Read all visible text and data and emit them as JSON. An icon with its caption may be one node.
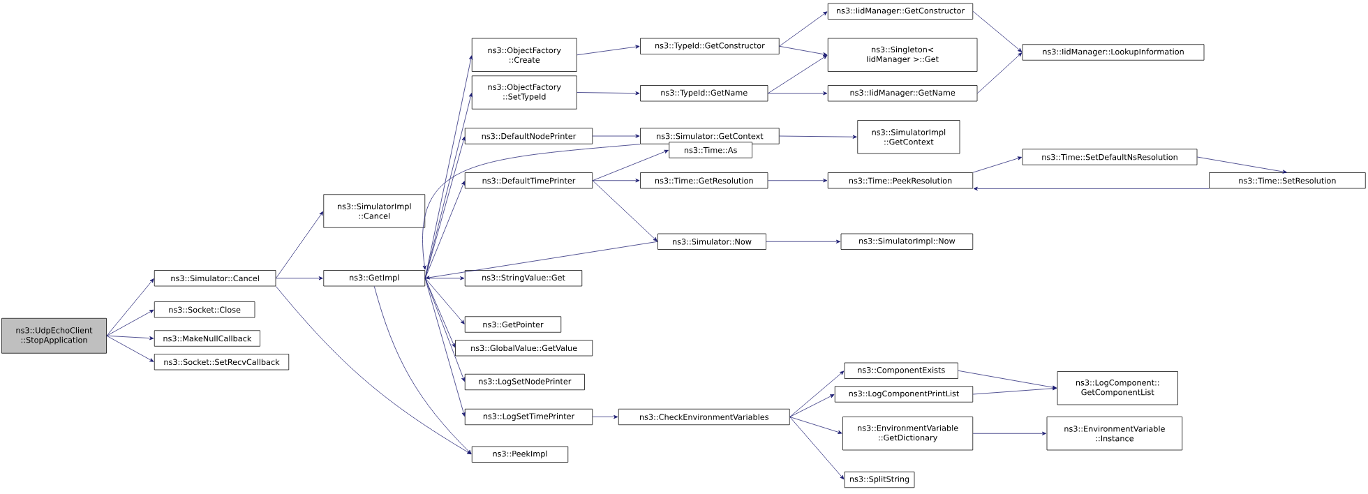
{
  "diagram": {
    "nodes": [
      {
        "text": [
          "ns3::UdpEchoClient ::StopApplication"
        ]
      },
      {
        "text": [
          "ns3::Simulator::Cancel"
        ]
      },
      {
        "text": [
          "ns3::Socket::Close"
        ]
      },
      {
        "text": [
          "ns3::MakeNullCallback"
        ]
      },
      {
        "text": [
          "ns3::Socket::SetRecvCallback"
        ]
      },
      {
        "text": [
          "ns3::SimulatorImpl ::Cancel"
        ]
      },
      {
        "text": [
          "ns3::GetImpl"
        ]
      },
      {
        "text": [
          "ns3::PeekImpl"
        ]
      },
      {
        "text": [
          "ns3::ObjectFactory ::Create"
        ]
      },
      {
        "text": [
          "ns3::ObjectFactory ::SetTypeId"
        ]
      },
      {
        "text": [
          "ns3::DefaultNodePrinter"
        ]
      },
      {
        "text": [
          "ns3::DefaultTimePrinter"
        ]
      },
      {
        "text": [
          "ns3::StringValue::Get"
        ]
      },
      {
        "text": [
          "ns3::GetPointer"
        ]
      },
      {
        "text": [
          "ns3::GlobalValue::GetValue"
        ]
      },
      {
        "text": [
          "ns3::LogSetNodePrinter"
        ]
      },
      {
        "text": [
          "ns3::LogSetTimePrinter"
        ]
      },
      {
        "text": [
          "ns3::TypeId::GetConstructor"
        ]
      },
      {
        "text": [
          "ns3::TypeId::GetName"
        ]
      },
      {
        "text": [
          "ns3::Simulator::GetContext"
        ]
      },
      {
        "text": [
          "ns3::Time::As"
        ]
      },
      {
        "text": [
          "ns3::Time::GetResolution"
        ]
      },
      {
        "text": [
          "ns3::Simulator::Now"
        ]
      },
      {
        "text": [
          "ns3::CheckEnvironmentVariables"
        ]
      },
      {
        "text": [
          "ns3::IidManager::GetConstructor"
        ]
      },
      {
        "text": [
          "ns3::Singleton< IidManager >::Get"
        ]
      },
      {
        "text": [
          "ns3::IidManager::GetName"
        ]
      },
      {
        "text": [
          "ns3::SimulatorImpl ::GetContext"
        ]
      },
      {
        "text": [
          "ns3::Time::PeekResolution"
        ]
      },
      {
        "text": [
          "ns3::SimulatorImpl::Now"
        ]
      },
      {
        "text": [
          "ns3::ComponentExists"
        ]
      },
      {
        "text": [
          "ns3::LogComponentPrintList"
        ]
      },
      {
        "text": [
          "ns3::EnvironmentVariable ::GetDictionary"
        ]
      },
      {
        "text": [
          "ns3::SplitString"
        ]
      },
      {
        "text": [
          "ns3::IidManager::LookupInformation"
        ]
      },
      {
        "text": [
          "ns3::Time::SetDefaultNsResolution"
        ]
      },
      {
        "text": [
          "ns3::Time::SetResolution"
        ]
      },
      {
        "text": [
          "ns3::LogComponent:: GetComponentList"
        ]
      },
      {
        "text": [
          "ns3::EnvironmentVariable ::Instance"
        ]
      }
    ],
    "edges": [
      {
        "from": 0,
        "to": 1,
        "arrow": "to"
      },
      {
        "from": 0,
        "to": 2,
        "arrow": "to"
      },
      {
        "from": 0,
        "to": 3,
        "arrow": "to"
      },
      {
        "from": 0,
        "to": 4,
        "arrow": "to"
      },
      {
        "from": 1,
        "to": 5,
        "arrow": "to"
      },
      {
        "from": 1,
        "to": 6,
        "arrow": "to"
      },
      {
        "from": 1,
        "to": 7,
        "arrow": "to"
      },
      {
        "from": 6,
        "to": 8,
        "arrow": "to"
      },
      {
        "from": 6,
        "to": 9,
        "arrow": "to"
      },
      {
        "from": 6,
        "to": 10,
        "arrow": "to"
      },
      {
        "from": 6,
        "to": 11,
        "arrow": "to"
      },
      {
        "from": 6,
        "to": 12,
        "arrow": "to"
      },
      {
        "from": 6,
        "to": 13,
        "arrow": "to"
      },
      {
        "from": 6,
        "to": 14,
        "arrow": "to"
      },
      {
        "from": 6,
        "to": 15,
        "arrow": "to"
      },
      {
        "from": 6,
        "to": 16,
        "arrow": "to"
      },
      {
        "from": 6,
        "to": 7,
        "arrow": "to"
      },
      {
        "from": 8,
        "to": 17,
        "arrow": "to"
      },
      {
        "from": 9,
        "to": 18,
        "arrow": "to"
      },
      {
        "from": 10,
        "to": 19,
        "arrow": "to"
      },
      {
        "from": 11,
        "to": 20,
        "arrow": "to"
      },
      {
        "from": 11,
        "to": 21,
        "arrow": "to"
      },
      {
        "from": 11,
        "to": 22,
        "arrow": "to"
      },
      {
        "from": 16,
        "to": 23,
        "arrow": "to"
      },
      {
        "from": 19,
        "to": 6,
        "arrow": "to"
      },
      {
        "from": 22,
        "to": 6,
        "arrow": "to"
      },
      {
        "from": 17,
        "to": 24,
        "arrow": "to"
      },
      {
        "from": 17,
        "to": 25,
        "arrow": "to"
      },
      {
        "from": 18,
        "to": 25,
        "arrow": "to"
      },
      {
        "from": 18,
        "to": 26,
        "arrow": "to"
      },
      {
        "from": 19,
        "to": 27,
        "arrow": "to"
      },
      {
        "from": 21,
        "to": 28,
        "arrow": "to"
      },
      {
        "from": 22,
        "to": 29,
        "arrow": "to"
      },
      {
        "from": 24,
        "to": 34,
        "arrow": "to"
      },
      {
        "from": 26,
        "to": 34,
        "arrow": "to"
      },
      {
        "from": 28,
        "to": 35,
        "arrow": "to"
      },
      {
        "from": 35,
        "to": 36,
        "arrow": "to"
      },
      {
        "from": 36,
        "to": 28,
        "arrow": "to"
      },
      {
        "from": 23,
        "to": 30,
        "arrow": "to"
      },
      {
        "from": 23,
        "to": 31,
        "arrow": "to"
      },
      {
        "from": 23,
        "to": 32,
        "arrow": "to"
      },
      {
        "from": 23,
        "to": 33,
        "arrow": "to"
      },
      {
        "from": 30,
        "to": 37,
        "arrow": "to"
      },
      {
        "from": 31,
        "to": 37,
        "arrow": "to"
      },
      {
        "from": 32,
        "to": 38,
        "arrow": "to"
      }
    ]
  }
}
